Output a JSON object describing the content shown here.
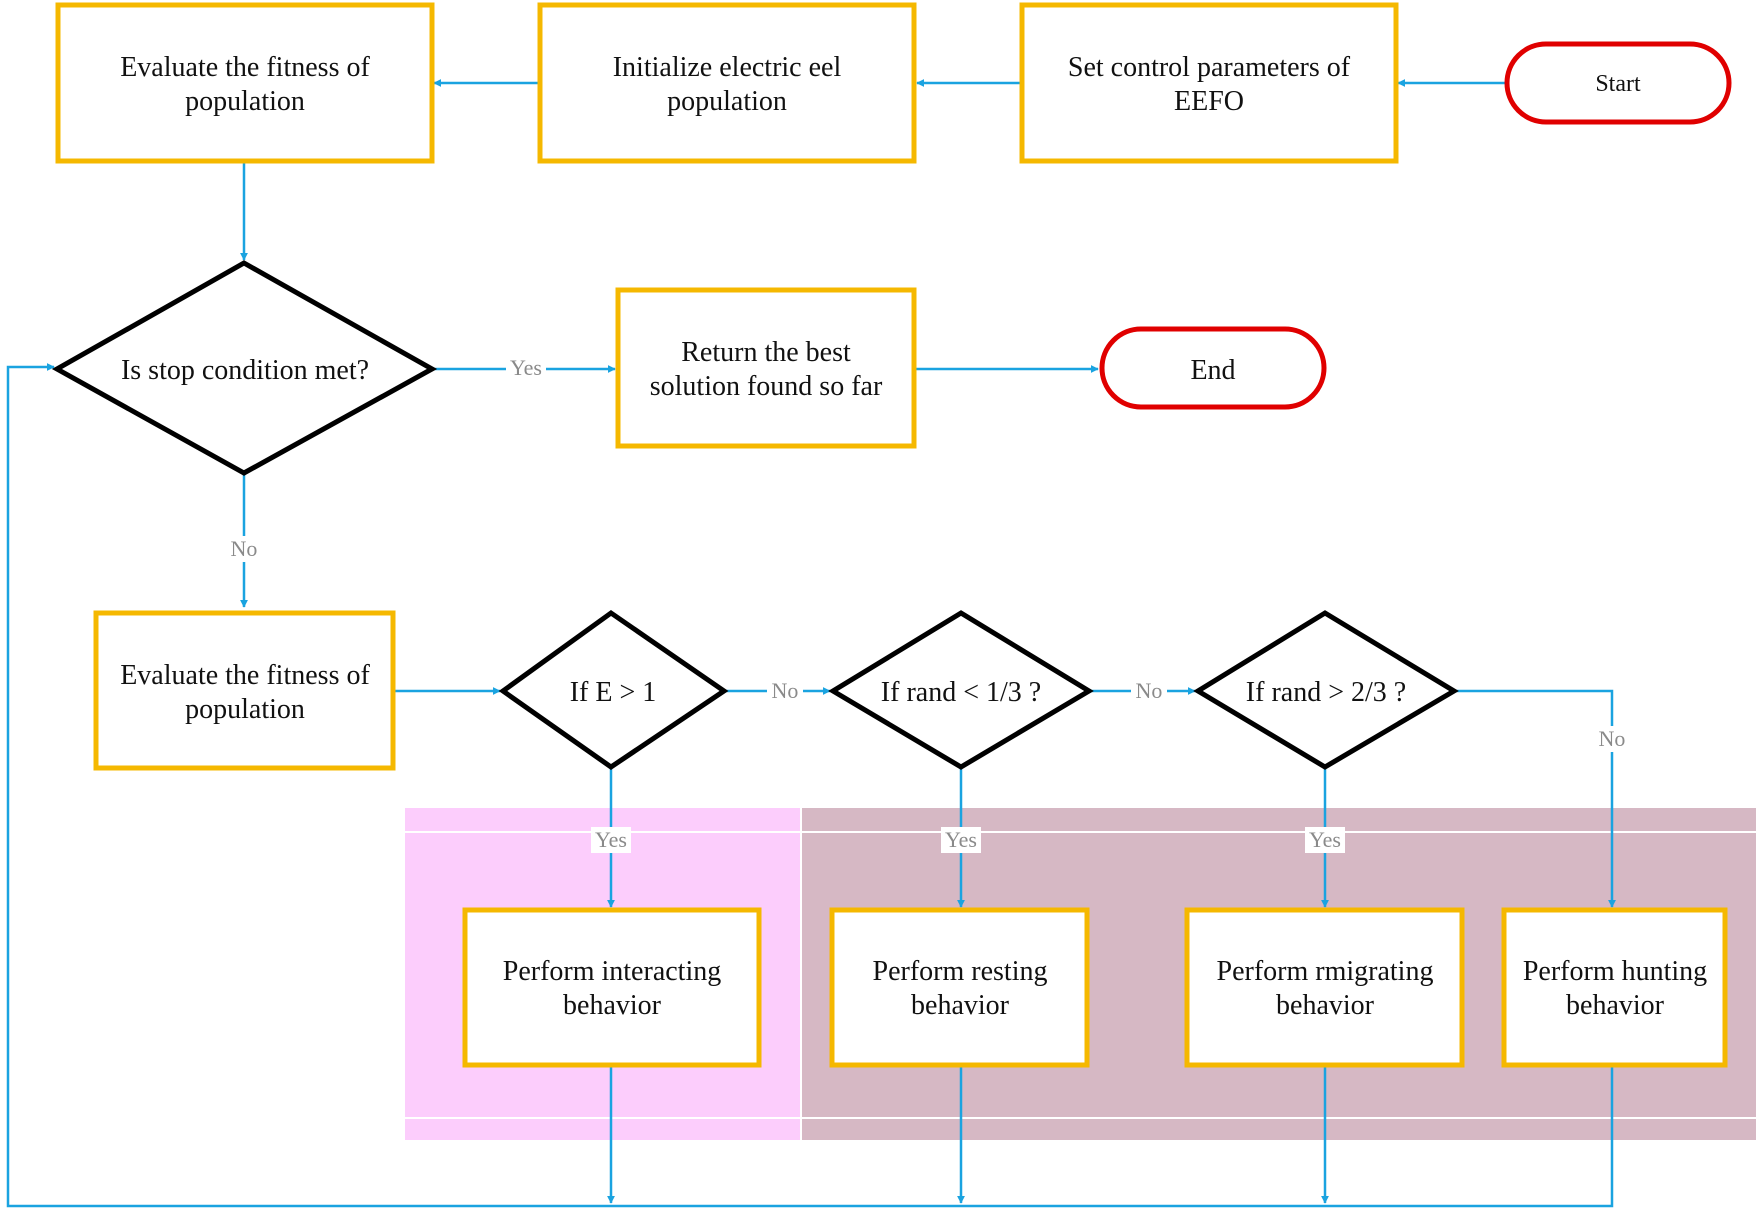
{
  "colors": {
    "box_border": "#f5b800",
    "decision_border": "#000000",
    "terminal_border": "#e00000",
    "connector": "#1aa3e0",
    "edge_label": "#8a8a8a",
    "region_pink": "#fccdfc",
    "region_mauve": "#d6b8c4"
  },
  "nodes": {
    "start": "Start",
    "set_params": [
      "Set control parameters of",
      "EEFO"
    ],
    "init_pop": [
      "Initialize electric eel",
      "population"
    ],
    "eval_fitness_1": [
      "Evaluate the fitness of",
      "population"
    ],
    "stop_condition": "Is stop condition met?",
    "return_best": [
      "Return the best",
      "solution found so far"
    ],
    "end": "End",
    "eval_fitness_2": [
      "Evaluate the fitness of",
      "population"
    ],
    "if_e": "If E > 1",
    "if_rand_1": "If rand < 1/3 ?",
    "if_rand_2": "If rand > 2/3 ?",
    "interacting": [
      "Perform interacting",
      "behavior"
    ],
    "resting": [
      "Perform resting",
      "behavior"
    ],
    "migrating": [
      "Perform rmigrating",
      "behavior"
    ],
    "hunting": [
      "Perform hunting",
      "behavior"
    ]
  },
  "edge_labels": {
    "stop_yes": "Yes",
    "stop_no": "No",
    "if_e_no": "No",
    "if_rand_1_no": "No",
    "if_rand_2_no": "No",
    "if_e_yes": "Yes",
    "if_rand_1_yes": "Yes",
    "if_rand_2_yes": "Yes"
  }
}
